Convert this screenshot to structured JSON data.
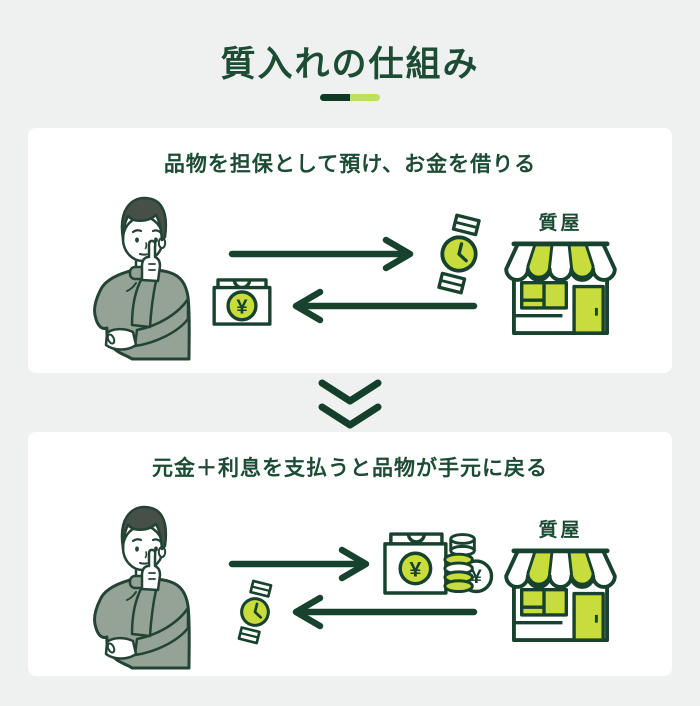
{
  "title": "質入れの仕組み",
  "currency_symbol": "¥",
  "theme": {
    "bg": "#eef1ef",
    "card": "#ffffff",
    "heading": "#1d4c34",
    "dark": "#17422d",
    "outline": "#234434",
    "lime": "#c8dc3b",
    "lime_light": "#bfdf63",
    "sweater": "#94a396",
    "hair": "#474f49"
  },
  "sections": [
    {
      "heading": "品物を担保として預け、お金を借りる",
      "shop_label": "質屋",
      "icons": {
        "person": "thinking-man",
        "to_shop": "wristwatch",
        "from_shop": "yen-banknote",
        "shop": "pawnshop-storefront"
      }
    },
    {
      "heading": "元金＋利息を支払うと品物が手元に戻る",
      "shop_label": "質屋",
      "icons": {
        "person": "thinking-man",
        "to_shop": "yen-banknote-and-coins",
        "from_shop": "wristwatch",
        "shop": "pawnshop-storefront"
      }
    }
  ]
}
